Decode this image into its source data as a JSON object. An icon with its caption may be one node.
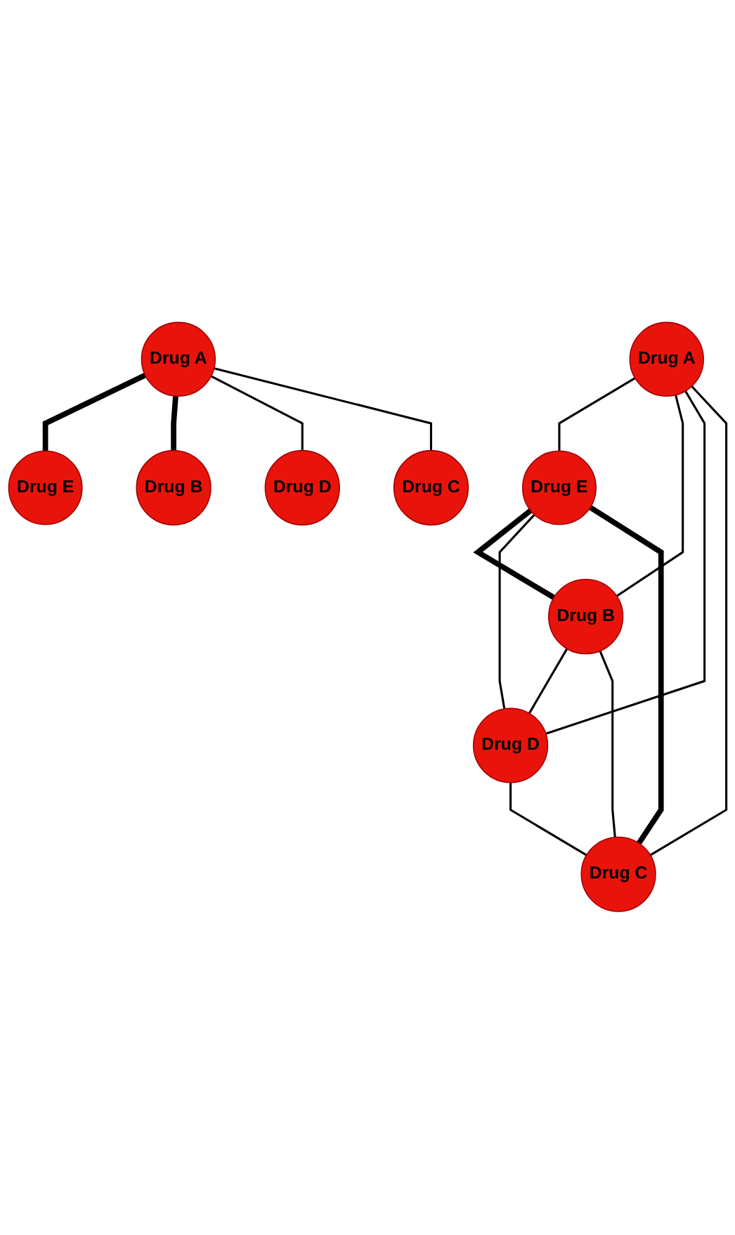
{
  "diagram": {
    "nodes": [
      {
        "text": [
          "Drug A"
        ]
      },
      {
        "text": [
          "Drug E"
        ]
      },
      {
        "text": [
          "Drug B"
        ]
      },
      {
        "text": [
          "Drug D"
        ]
      },
      {
        "text": [
          "Drug C"
        ]
      },
      {
        "text": [
          "Drug A"
        ]
      },
      {
        "text": [
          "Drug E"
        ]
      },
      {
        "text": [
          "Drug B"
        ]
      },
      {
        "text": [
          "Drug D"
        ]
      },
      {
        "text": [
          "Drug C"
        ]
      }
    ],
    "edges": [
      {
        "from": 0,
        "to": 1,
        "arrow": "none"
      },
      {
        "from": 0,
        "to": 2,
        "arrow": "none"
      },
      {
        "from": 0,
        "to": 3,
        "arrow": "none"
      },
      {
        "from": 0,
        "to": 4,
        "arrow": "none"
      },
      {
        "from": 1,
        "to": 2,
        "arrow": "none",
        "style": "thick"
      },
      {
        "from": 1,
        "to": 3,
        "arrow": "none"
      },
      {
        "from": 1,
        "to": 4,
        "arrow": "none",
        "style": "thick"
      },
      {
        "from": 2,
        "to": 3,
        "arrow": "none"
      },
      {
        "from": 2,
        "to": 4,
        "arrow": "none"
      },
      {
        "from": 3,
        "to": 4,
        "arrow": "none"
      },
      {
        "from": 5,
        "to": 6,
        "arrow": "none",
        "style": "thick"
      },
      {
        "from": 5,
        "to": 7,
        "arrow": "none",
        "style": "thick"
      },
      {
        "from": 5,
        "to": 8,
        "arrow": "none"
      },
      {
        "from": 5,
        "to": 9,
        "arrow": "none"
      }
    ]
  }
}
